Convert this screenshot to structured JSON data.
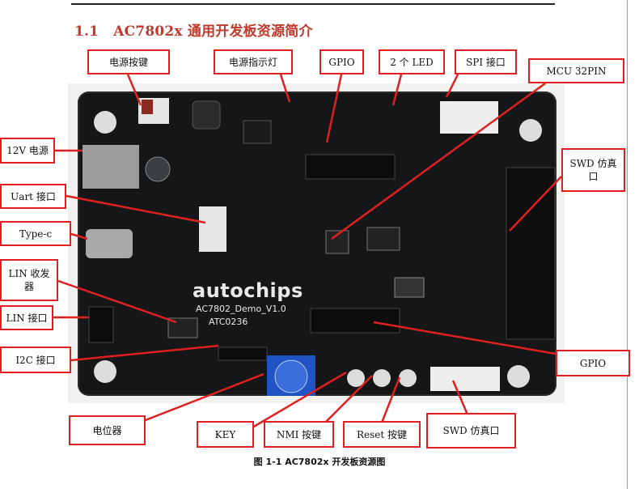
{
  "section": {
    "number": "1.1",
    "title": "AC7802x 通用开发板资源简介"
  },
  "board": {
    "logo": "autochips",
    "model": "AC7802_Demo_V1.0",
    "part": "ATC0236"
  },
  "callouts": {
    "power_button": "电源按键",
    "power_led": "电源指示灯",
    "gpio_top": "GPIO",
    "two_led": "2 个 LED",
    "spi": "SPI 接口",
    "mcu": "MCU 32PIN",
    "v12": "12V 电源",
    "swd_right": "SWD 仿真口",
    "uart": "Uart 接口",
    "typec": "Type-c",
    "lin_transceiver": "LIN 收发器",
    "lin_port": "LIN 接口",
    "i2c": "I2C 接口",
    "gpio_right": "GPIO",
    "potentiometer": "电位器",
    "key": "KEY",
    "nmi": "NMI 按键",
    "reset": "Reset 按键",
    "swd_bottom": "SWD 仿真口"
  },
  "caption": "图 1-1 AC7802x 开发板资源图",
  "colors": {
    "heading": "#c0392b",
    "callout_border": "#e02020",
    "board": "#151617"
  }
}
